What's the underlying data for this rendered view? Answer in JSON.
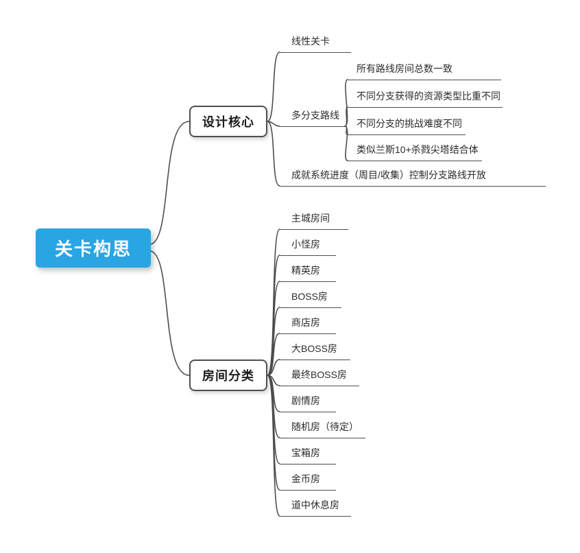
{
  "root": {
    "label": "关卡构思",
    "color": "#2aa5e3"
  },
  "branches": [
    {
      "label": "设计核心",
      "children": [
        {
          "label": "线性关卡"
        },
        {
          "label": "多分支路线",
          "children": [
            {
              "label": "所有路线房间总数一致"
            },
            {
              "label": "不同分支获得的资源类型比重不同"
            },
            {
              "label": "不同分支的挑战难度不同"
            },
            {
              "label": "类似兰斯10+杀戮尖塔结合体"
            }
          ]
        },
        {
          "label": "成就系统进度（周目/收集）控制分支路线开放"
        }
      ]
    },
    {
      "label": "房间分类",
      "children": [
        {
          "label": "主城房间"
        },
        {
          "label": "小怪房"
        },
        {
          "label": "精英房"
        },
        {
          "label": "BOSS房"
        },
        {
          "label": "商店房"
        },
        {
          "label": "大BOSS房"
        },
        {
          "label": "最终BOSS房"
        },
        {
          "label": "剧情房"
        },
        {
          "label": "随机房（待定）"
        },
        {
          "label": "宝箱房"
        },
        {
          "label": "金币房"
        },
        {
          "label": "道中休息房"
        }
      ]
    }
  ]
}
